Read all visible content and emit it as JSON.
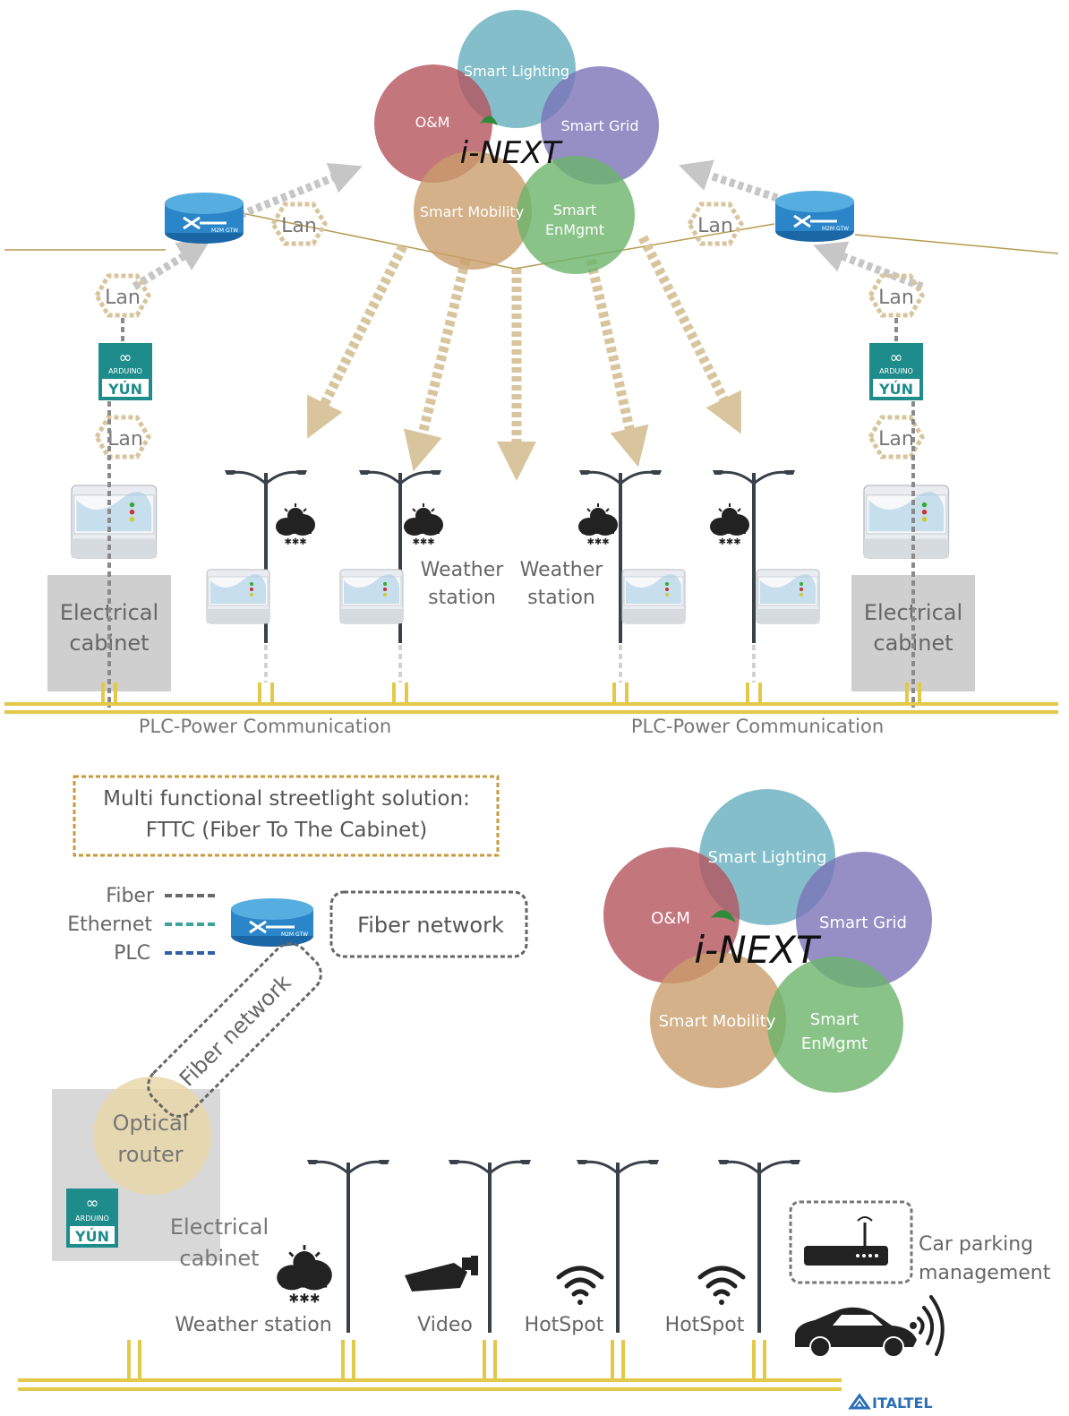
{
  "top": {
    "venn": {
      "smart_lighting": "Smart Lighting",
      "om": "O&M",
      "smart_grid": "Smart Grid",
      "smart_mobility": "Smart Mobility",
      "smart_enmgmt_1": "Smart",
      "smart_enmgmt_2": "EnMgmt",
      "logo": "i-NEXT"
    },
    "lan": "Lan",
    "cabinet_line1": "Electrical",
    "cabinet_line2": "cabinet",
    "weather_line1": "Weather",
    "weather_line2": "station",
    "plc_label": "PLC-Power Communication"
  },
  "bottom": {
    "title_line1": "Multi functional streetlight solution:",
    "title_line2": "FTTC (Fiber To The Cabinet)",
    "legend": [
      {
        "label": "Fiber",
        "color": "#6b6b6b"
      },
      {
        "label": "Ethernet",
        "color": "#3aa39a"
      },
      {
        "label": "PLC",
        "color": "#2f5fa8"
      }
    ],
    "fiber_network_box": "Fiber network",
    "fiber_network_diag": "Fiber network",
    "optical_router_1": "Optical",
    "optical_router_2": "router",
    "cabinet_line1": "Electrical",
    "cabinet_line2": "cabinet",
    "venn": {
      "smart_lighting": "Smart Lighting",
      "om": "O&M",
      "smart_grid": "Smart Grid",
      "smart_mobility": "Smart Mobility",
      "smart_enmgmt_1": "Smart",
      "smart_enmgmt_2": "EnMgmt",
      "logo": "i-NEXT"
    },
    "services": {
      "weather": "Weather station",
      "video": "Video",
      "hotspot1": "HotSpot",
      "hotspot2": "HotSpot"
    },
    "parking_line1": "Car parking",
    "parking_line2": "management",
    "italtel": "ITALTEL"
  },
  "arduino": {
    "top": "ARDUINO",
    "bottom": "YÚN"
  },
  "gateway_label": "M2M GTW",
  "colors": {
    "smart_lighting": "#6fb3c2",
    "om": "#b5545c",
    "smart_grid": "#7b73b8",
    "smart_mobility": "#c99e6a",
    "smart_enmgmt": "#6bb46a",
    "tan_arrow": "#d8c59e",
    "grey_arrow": "#c6c6c6",
    "rail": "#e3c94a",
    "router_blue": "#2a86c8",
    "arduino_teal": "#1f8c8c"
  }
}
